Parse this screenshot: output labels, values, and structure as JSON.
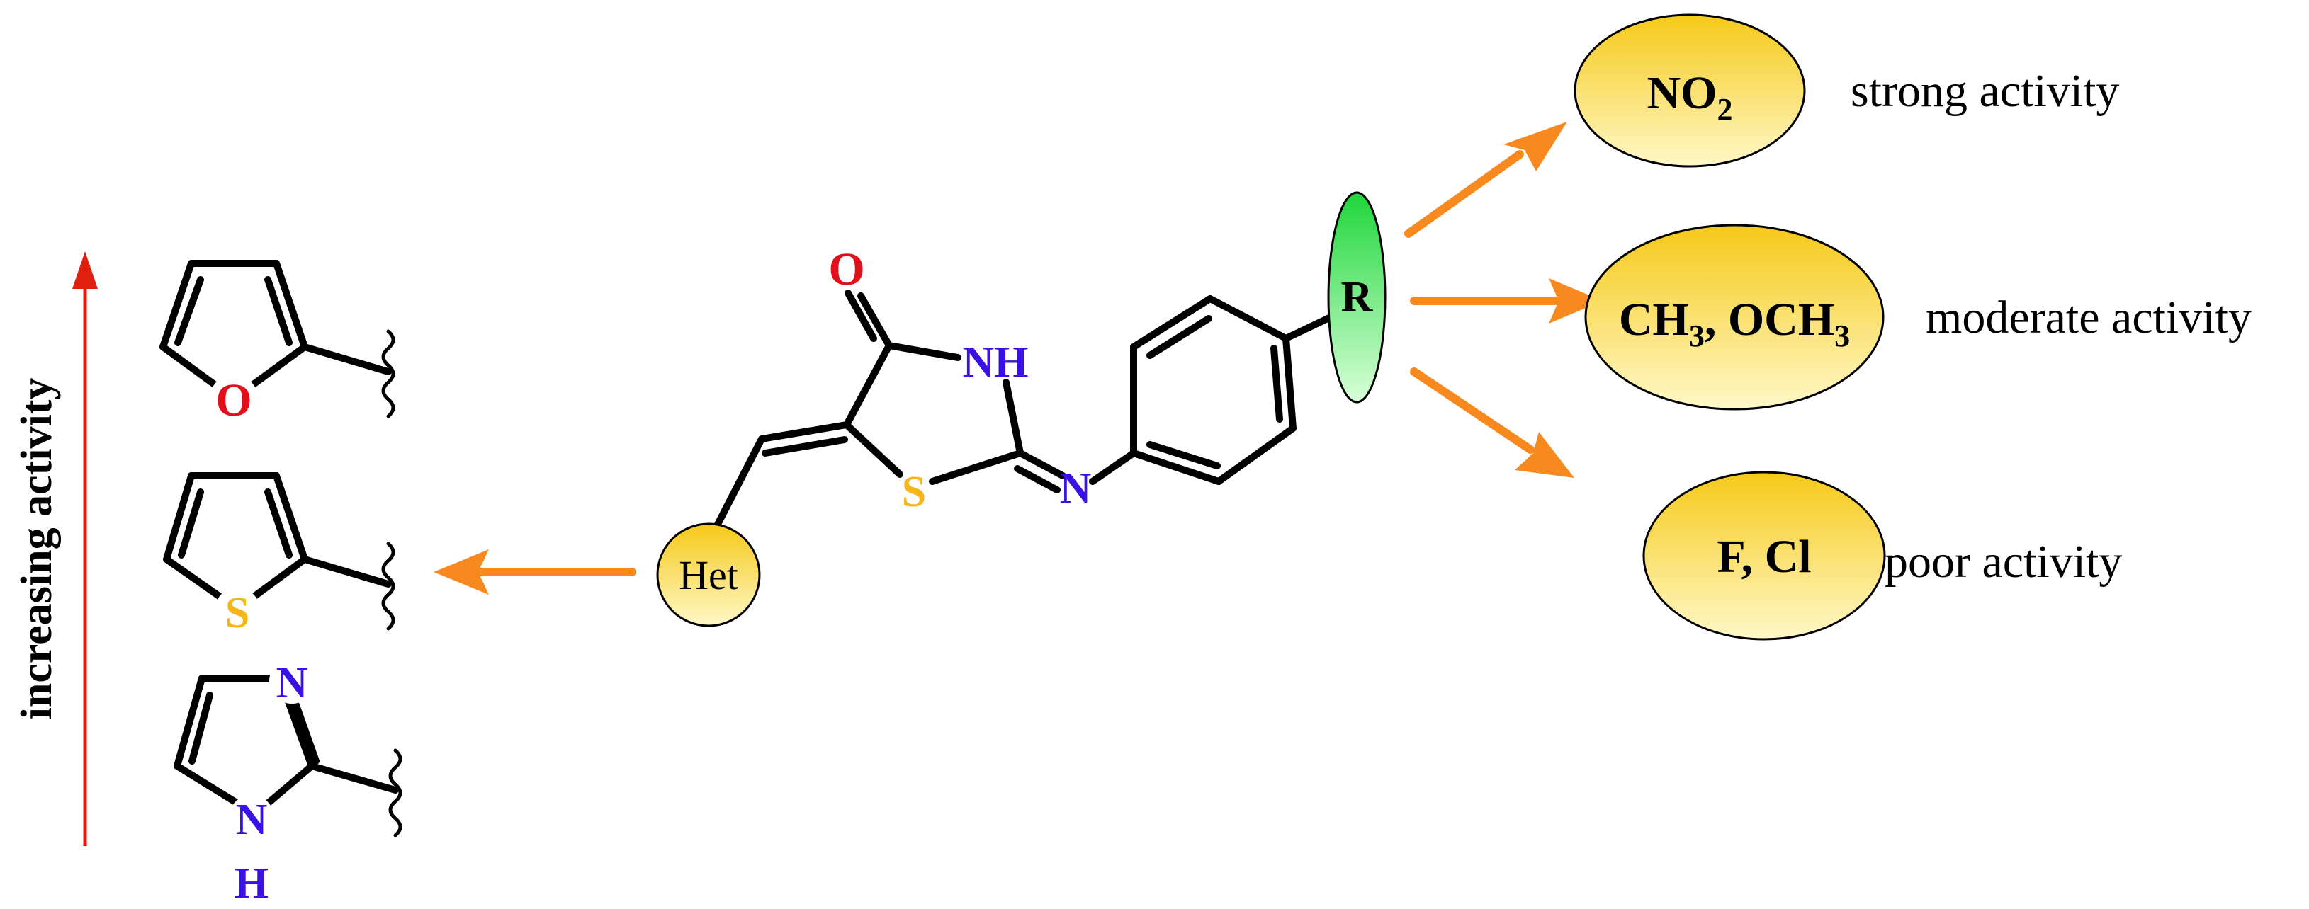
{
  "colors": {
    "oxygen": "#e0101a",
    "nitrogen": "#3a10e5",
    "sulfur": "#f6b61a",
    "bond": "#000000",
    "orange_arrow": "#f7891f",
    "red_arrow": "#e0200e",
    "yellow_light": "#fff8c8",
    "yellow_dark": "#f5c918",
    "green_light": "#d8ffd8",
    "green_dark": "#1fd63a"
  },
  "left_axis": {
    "label": "increasing activity"
  },
  "heterocycles": {
    "furan": {
      "heteroatom": "O"
    },
    "thiophene": {
      "heteroatom": "S"
    },
    "imidazole": {
      "n_top": "N",
      "n_bottom": "N",
      "h": "H"
    }
  },
  "core": {
    "het_label": "Het",
    "carbonyl_o": "O",
    "nh": "NH",
    "ring_s": "S",
    "imine_n": "N",
    "r_label": "R"
  },
  "substituents": [
    {
      "main": "NO",
      "sub": "2",
      "activity": "strong activity"
    },
    {
      "activity": "moderate activity",
      "parts": [
        "CH",
        "3",
        ", OCH",
        "3"
      ]
    },
    {
      "main": "F, Cl",
      "activity": "poor activity"
    }
  ]
}
